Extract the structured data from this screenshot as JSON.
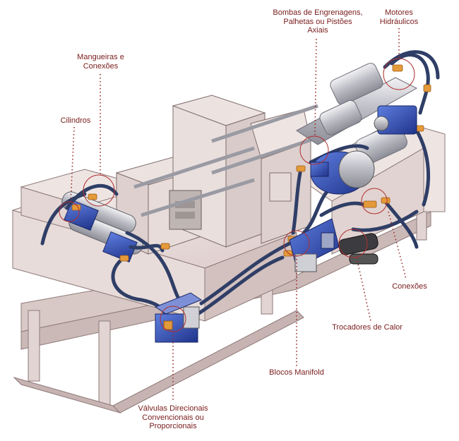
{
  "labels": {
    "pumps": "Bombas de Engrenagens,\nPalhetas ou Pistões\nAxiais",
    "motors": "Motores\nHidráulicos",
    "hoses": "Mangueiras e\nConexões",
    "cylinders": "Cilindros",
    "connections": "Conexões",
    "heat_exchangers": "Trocadores de Calor",
    "manifold_blocks": "Blocos Manifold",
    "directional_valves": "Válvulas Direcionais\nConvencionais ou\nProporcionais"
  },
  "colors": {
    "label_text": "#7a1c1c",
    "leader_dots": "#9a2a2a",
    "frame": "#efe6e4",
    "frame_shadow": "#cdbab8",
    "hose": "#2f3e66",
    "fitting": "#e59a3a",
    "component_blue": "#2f4fb0",
    "steel": "#c9c9cf"
  }
}
